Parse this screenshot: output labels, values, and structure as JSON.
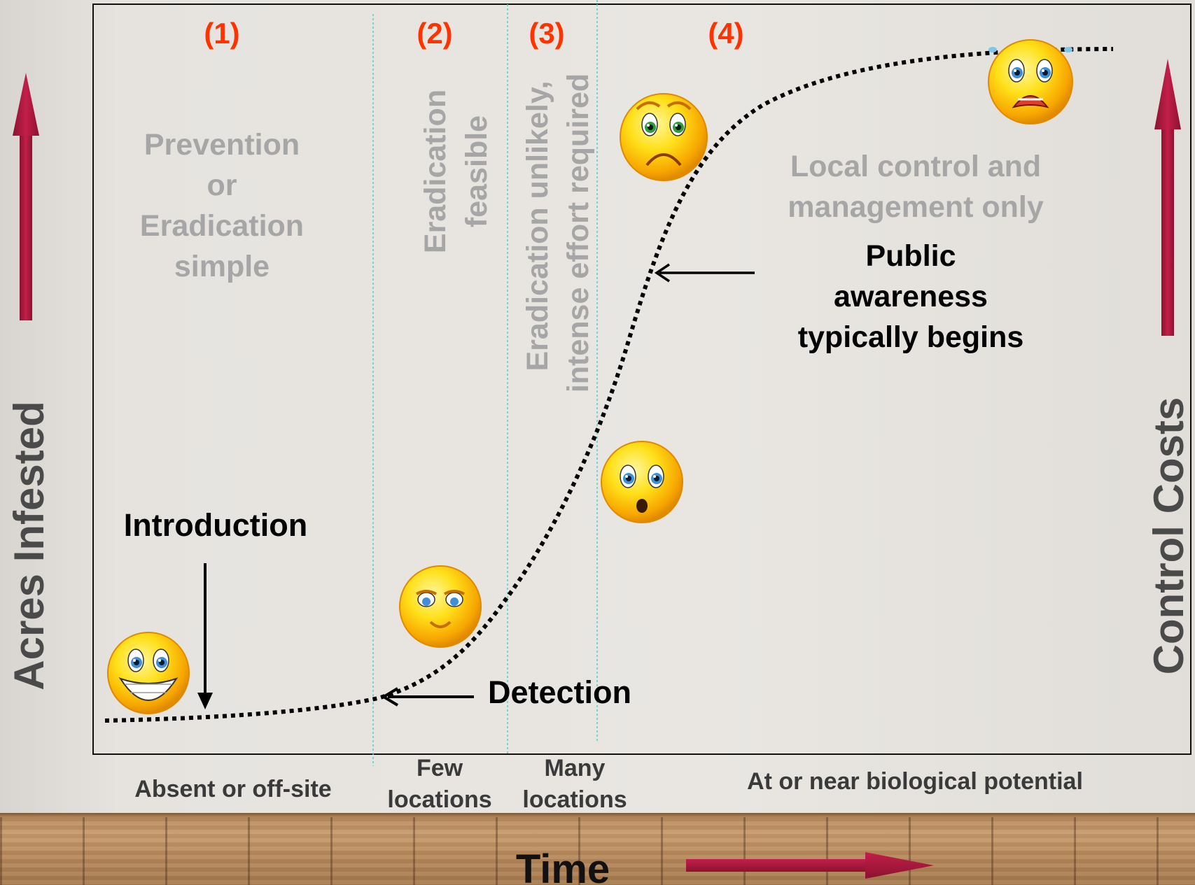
{
  "phase_numbers": [
    "(1)",
    "(2)",
    "(3)",
    "(4)"
  ],
  "phase1_text": [
    "Prevention",
    "or",
    "Eradication",
    "simple"
  ],
  "phase2_text": [
    "Eradication",
    "feasible"
  ],
  "phase3_text": [
    "Eradication unlikely,",
    "intense effort required"
  ],
  "phase4_text": [
    "Local control and",
    "management only"
  ],
  "public_awareness": [
    "Public",
    "awareness",
    "typically begins"
  ],
  "introduction_label": "Introduction",
  "detection_label": "Detection",
  "y_axis_left_label": "Acres Infested",
  "y_axis_right_label": "Control Costs",
  "x_axis_label": "Time",
  "x_categories": {
    "absent": "Absent or off-site",
    "few": [
      "Few",
      "locations"
    ],
    "many": [
      "Many",
      "locations"
    ],
    "near": "At or near biological potential"
  },
  "colors": {
    "phase_number": "#ff3300",
    "faded_text": "#a6a6a6",
    "arrow_fill": "#b0193f",
    "curve": "#000000"
  },
  "icons": [
    "laughing-smiley-icon",
    "content-smiley-icon",
    "surprised-smiley-icon",
    "worried-smiley-icon",
    "scared-smiley-icon"
  ]
}
